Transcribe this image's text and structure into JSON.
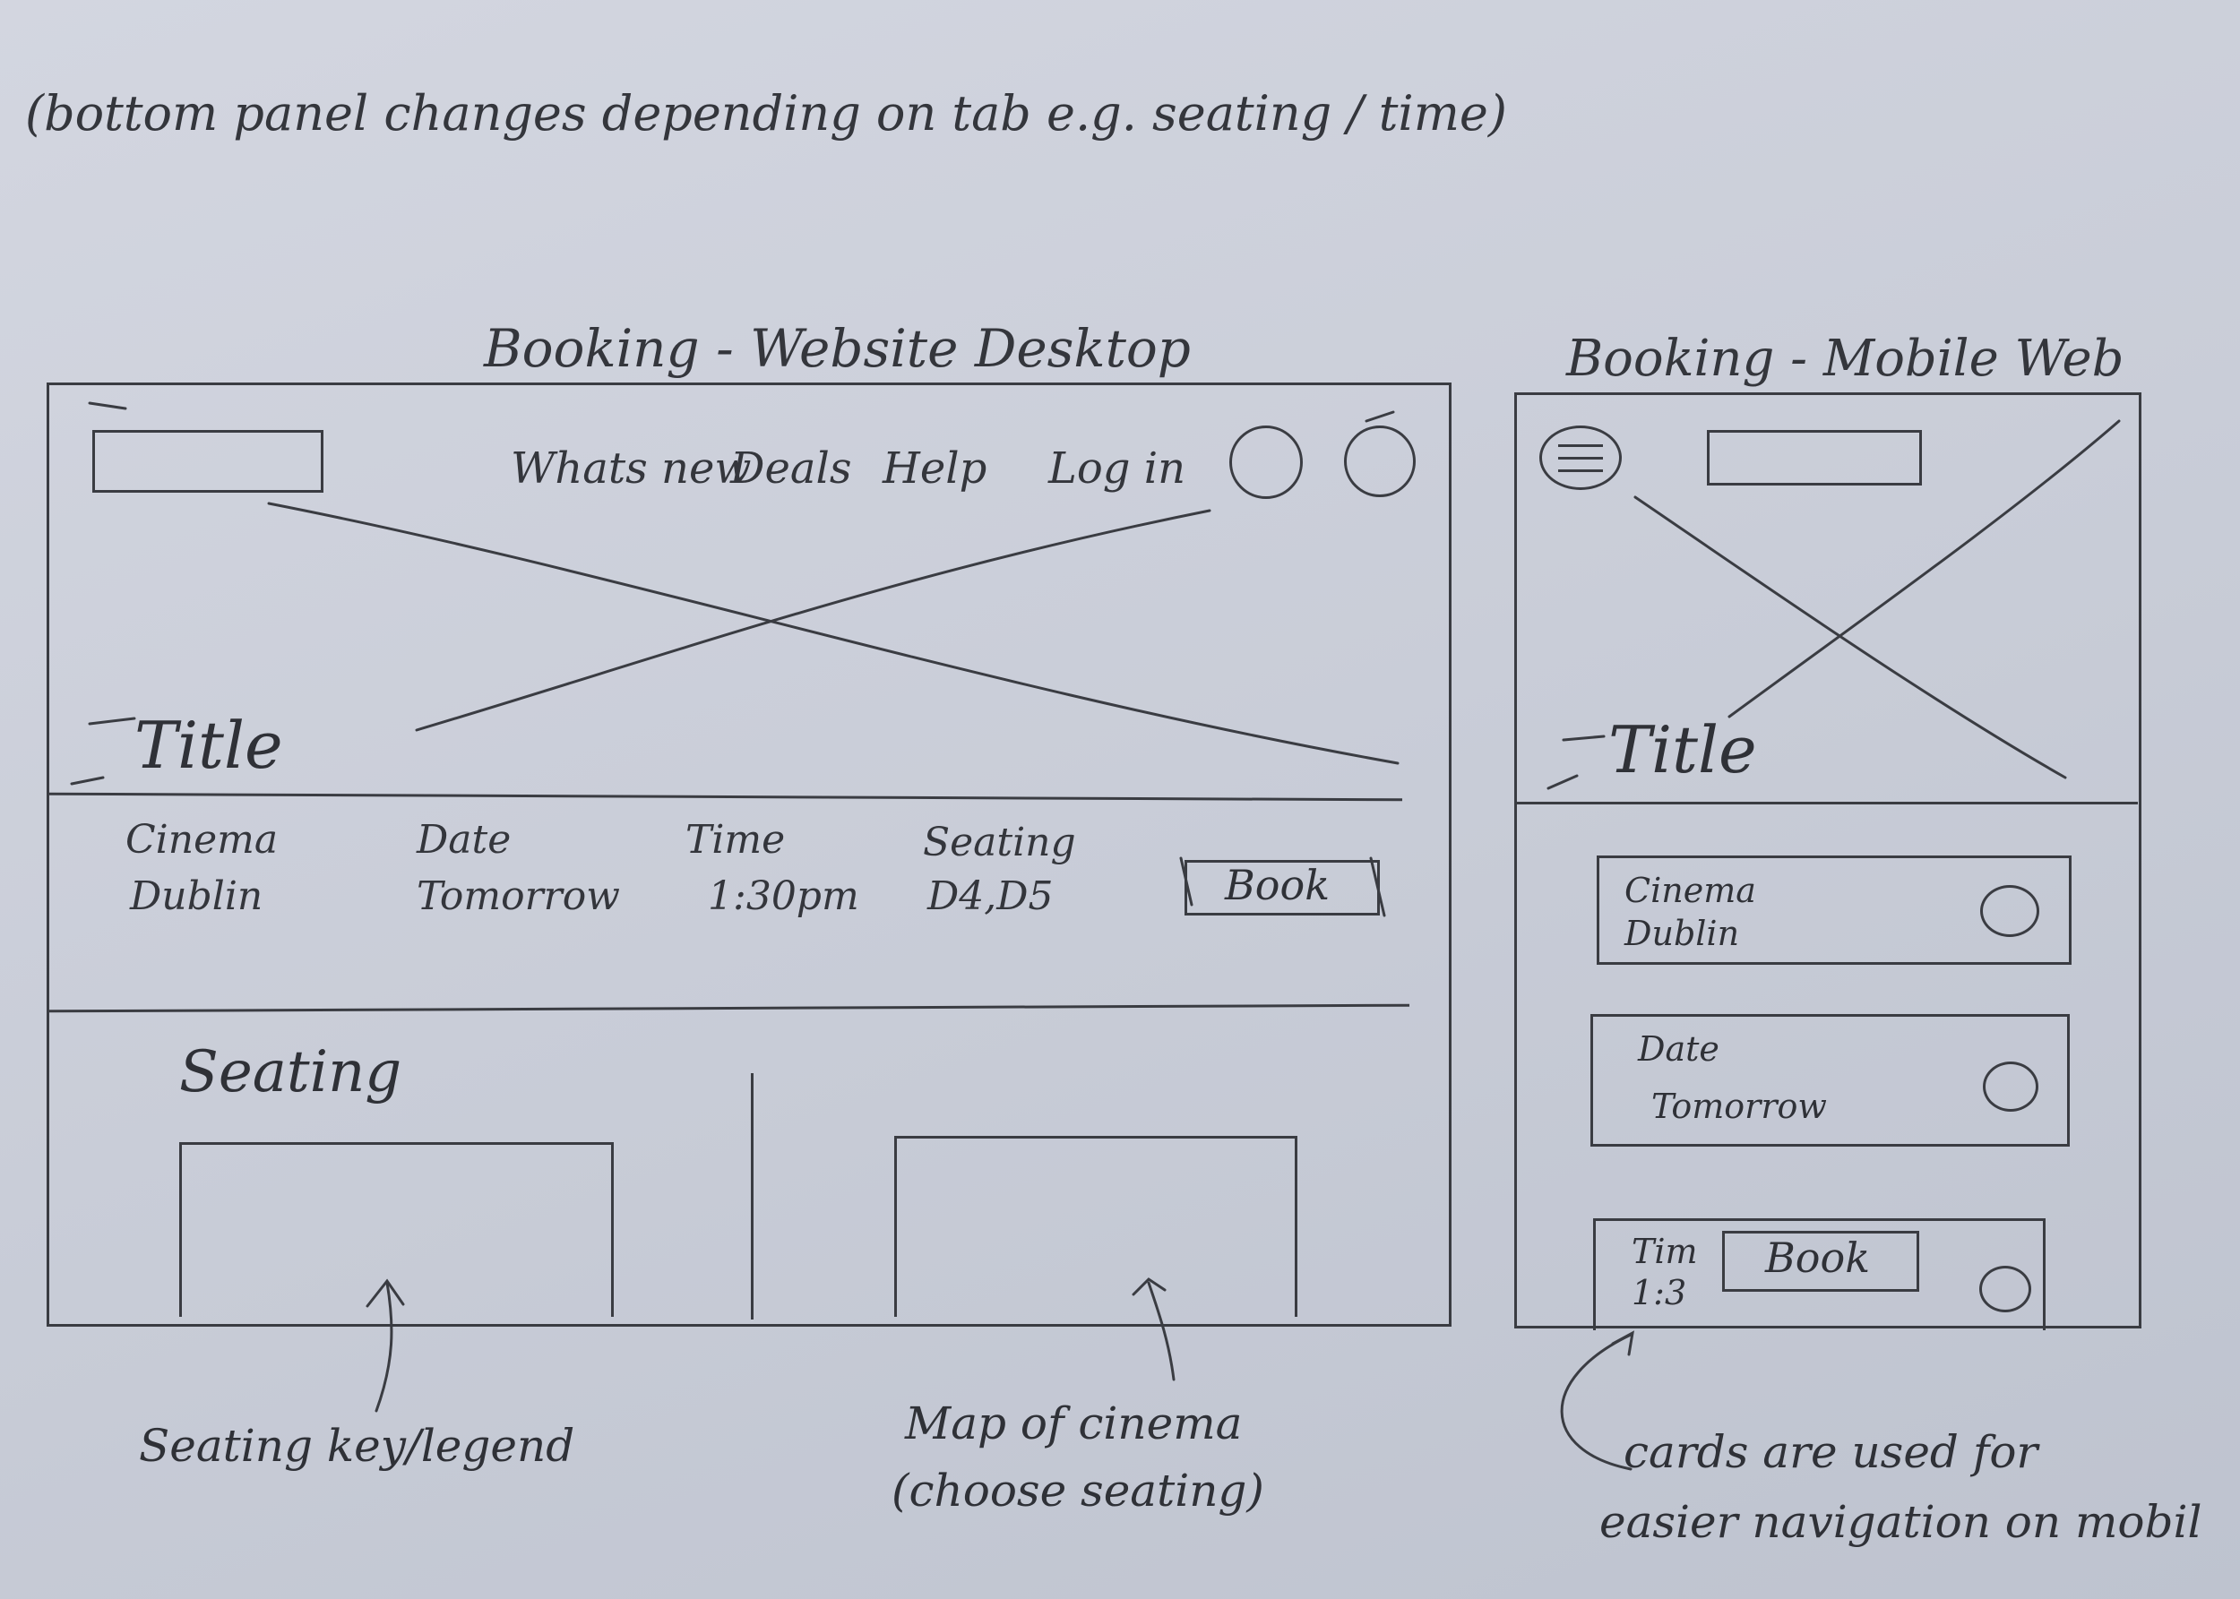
{
  "top_note": "(bottom panel changes depending on tab e.g. seating / time)",
  "desktop": {
    "heading": "Booking - Website Desktop",
    "nav": [
      "Whats new",
      "Deals",
      "Help",
      "Log in"
    ],
    "hero_title": "Title",
    "fields": [
      {
        "label": "Cinema",
        "value": "Dublin"
      },
      {
        "label": "Date",
        "value": "Tomorrow"
      },
      {
        "label": "Time",
        "value": "1:30pm"
      },
      {
        "label": "Seating",
        "value": "D4,D5"
      }
    ],
    "book_button": "Book",
    "section_title": "Seating",
    "annotations": {
      "legend": "Seating key/legend",
      "map_line1": "Map of cinema",
      "map_line2": "(choose seating)"
    }
  },
  "mobile": {
    "heading": "Booking - Mobile Web",
    "hero_title": "Title",
    "cards": [
      {
        "label": "Cinema",
        "value": "Dublin"
      },
      {
        "label": "Date",
        "value": "Tomorrow"
      },
      {
        "label": "Tim",
        "value": "1:3"
      }
    ],
    "book_button": "Book",
    "annotation_line1": "cards are used for",
    "annotation_line2": "easier navigation on mobil"
  },
  "icons": {
    "menu": "hamburger-menu-icon",
    "account": "account-circle-icon",
    "cart": "cart-circle-icon",
    "card_select": "select-circle-icon",
    "image_placeholder": "image-placeholder-x"
  }
}
